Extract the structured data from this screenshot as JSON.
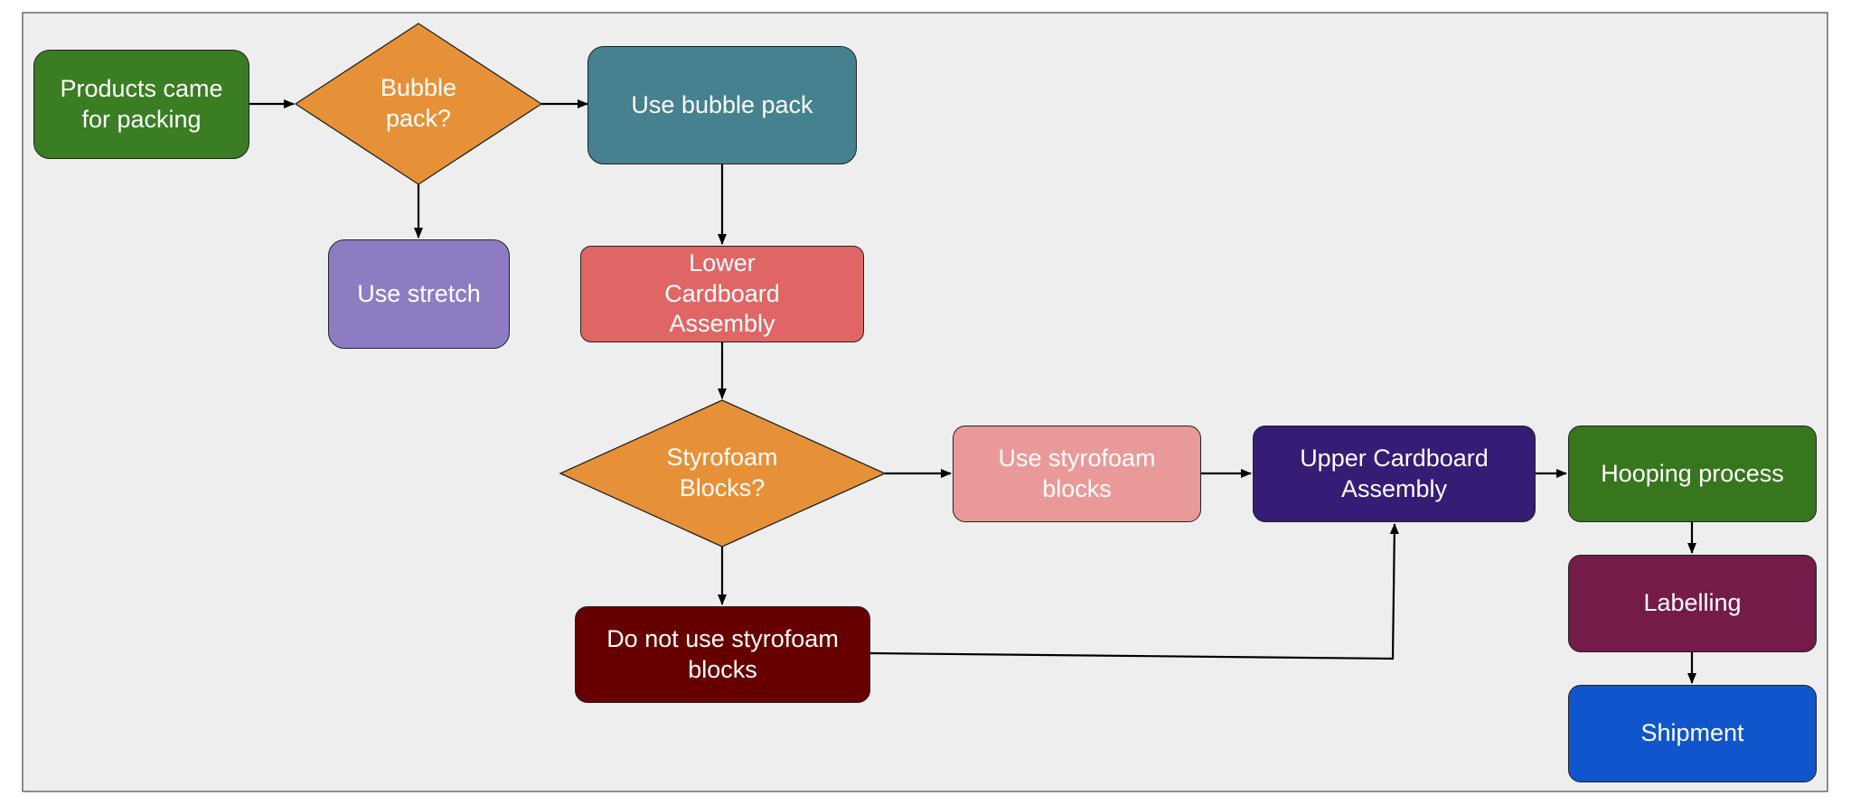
{
  "colors": {
    "background": "#eeeeee",
    "frame": "#555555",
    "edge": "#000000"
  },
  "nodes": {
    "products": {
      "label": "Products came\nfor packing",
      "color": "#3a7d22",
      "shape": "rounded-rect"
    },
    "bubble_q": {
      "label": "Bubble\npack?",
      "color": "#e69138",
      "shape": "diamond"
    },
    "use_bubble": {
      "label": "Use bubble pack",
      "color": "#45818e",
      "shape": "rounded-rect"
    },
    "use_stretch": {
      "label": "Use stretch",
      "color": "#8e7cc3",
      "shape": "rounded-rect"
    },
    "lower_cardboard": {
      "label": "Lower\nCardboard\nAssembly",
      "color": "#e06666",
      "shape": "rounded-rect"
    },
    "styro_q": {
      "label": "Styrofoam\nBlocks?",
      "color": "#e69138",
      "shape": "diamond"
    },
    "use_styro": {
      "label": "Use styrofoam\nblocks",
      "color": "#ea9999",
      "shape": "rounded-rect"
    },
    "upper_cardboard": {
      "label": "Upper Cardboard\nAssembly",
      "color": "#351c75",
      "shape": "rounded-rect"
    },
    "hooping": {
      "label": "Hooping process",
      "color": "#38761d",
      "shape": "rounded-rect"
    },
    "no_styro": {
      "label": "Do not use styrofoam\nblocks",
      "color": "#660000",
      "shape": "rounded-rect"
    },
    "labelling": {
      "label": "Labelling",
      "color": "#741b47",
      "shape": "rounded-rect"
    },
    "shipment": {
      "label": "Shipment",
      "color": "#1155cc",
      "shape": "rounded-rect"
    }
  },
  "edges": [
    {
      "from": "products",
      "to": "bubble_q"
    },
    {
      "from": "bubble_q",
      "to": "use_bubble"
    },
    {
      "from": "bubble_q",
      "to": "use_stretch"
    },
    {
      "from": "use_bubble",
      "to": "lower_cardboard"
    },
    {
      "from": "lower_cardboard",
      "to": "styro_q"
    },
    {
      "from": "styro_q",
      "to": "use_styro"
    },
    {
      "from": "styro_q",
      "to": "no_styro"
    },
    {
      "from": "use_styro",
      "to": "upper_cardboard"
    },
    {
      "from": "no_styro",
      "to": "upper_cardboard"
    },
    {
      "from": "upper_cardboard",
      "to": "hooping"
    },
    {
      "from": "hooping",
      "to": "labelling"
    },
    {
      "from": "labelling",
      "to": "shipment"
    }
  ]
}
